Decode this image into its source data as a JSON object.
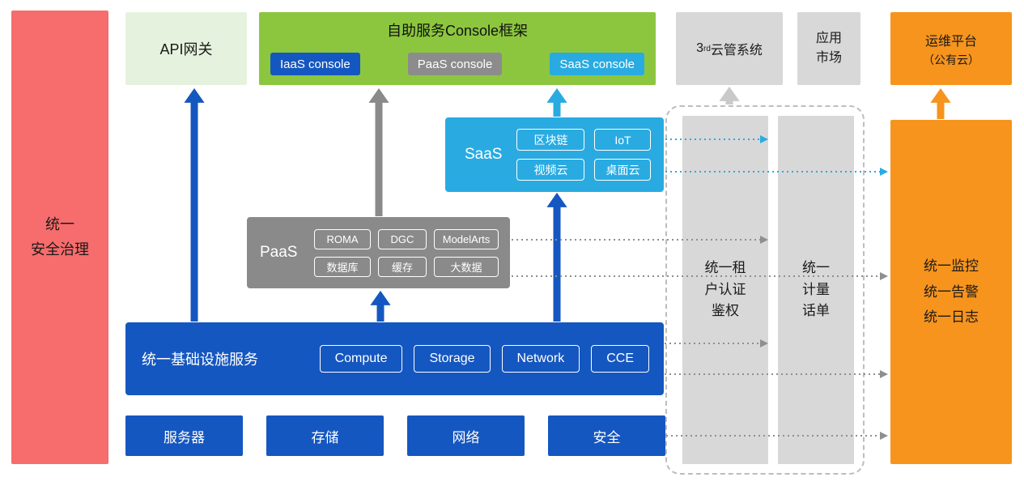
{
  "colors": {
    "security_red": "#F76C6C",
    "primary_blue": "#1557C0",
    "light_blue": "#29ABE2",
    "console_green": "#8CC63F",
    "api_light_green": "#E5F2DE",
    "paas_gray": "#8A8A8A",
    "panel_gray": "#D8D8D8",
    "orange": "#F7941D"
  },
  "security_bar": {
    "label": "统一\n安全治理"
  },
  "api_gateway": {
    "label": "API网关"
  },
  "console_frame": {
    "title": "自助服务Console框架",
    "chips": [
      {
        "label": "IaaS console",
        "color": "#1557C0"
      },
      {
        "label": "PaaS console",
        "color": "#8C8C8C"
      },
      {
        "label": "SaaS console",
        "color": "#29ABE2"
      }
    ]
  },
  "third_party_cloud": {
    "prefix": "3",
    "sup": "rd",
    "suffix": "云管系统"
  },
  "app_market": {
    "label": "应用\n市场"
  },
  "om_platform": {
    "title": "运维平台",
    "subtitle": "（公有云）"
  },
  "saas": {
    "label": "SaaS",
    "chips": [
      "区块链",
      "IoT",
      "视频云",
      "桌面云"
    ]
  },
  "paas": {
    "label": "PaaS",
    "chips": [
      "ROMA",
      "DGC",
      "ModelArts",
      "数据库",
      "缓存",
      "大数据"
    ]
  },
  "infrastructure": {
    "label": "统一基础设施服务",
    "chips": [
      "Compute",
      "Storage",
      "Network",
      "CCE"
    ]
  },
  "resources": [
    "服务器",
    "存储",
    "网络",
    "安全"
  ],
  "auth_bar": {
    "label": "统一租\n户认证\n鉴权"
  },
  "metering_bar": {
    "label": "统一\n计量\n话单"
  },
  "monitoring_bar": {
    "label": "统一监控\n统一告警\n统一日志"
  }
}
